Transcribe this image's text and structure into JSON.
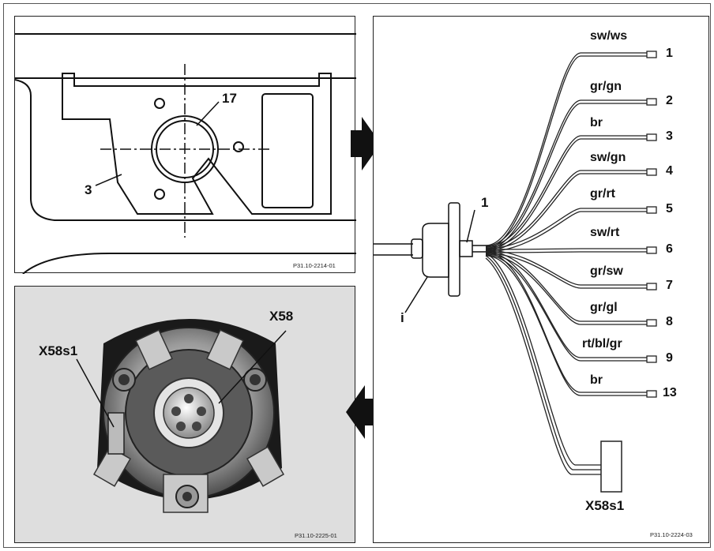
{
  "top_left": {
    "code": "P31.10-2214-01",
    "labels": {
      "part_17": "17",
      "part_3": "3"
    }
  },
  "bottom_left": {
    "code": "P31.10-2225-01",
    "labels": {
      "x58": "X58",
      "x58s1": "X58s1"
    }
  },
  "right": {
    "code": "P31.10-2224-03",
    "labels": {
      "connector_1": "1",
      "connector_i": "i",
      "x58s1": "X58s1"
    },
    "wires": [
      {
        "color": "sw/ws",
        "pin": "1"
      },
      {
        "color": "gr/gn",
        "pin": "2"
      },
      {
        "color": "br",
        "pin": "3"
      },
      {
        "color": "sw/gn",
        "pin": "4"
      },
      {
        "color": "gr/rt",
        "pin": "5"
      },
      {
        "color": "sw/rt",
        "pin": "6"
      },
      {
        "color": "gr/sw",
        "pin": "7"
      },
      {
        "color": "gr/gl",
        "pin": "8"
      },
      {
        "color": "rt/bl/gr",
        "pin": "9"
      },
      {
        "color": "br",
        "pin": "13"
      }
    ]
  }
}
